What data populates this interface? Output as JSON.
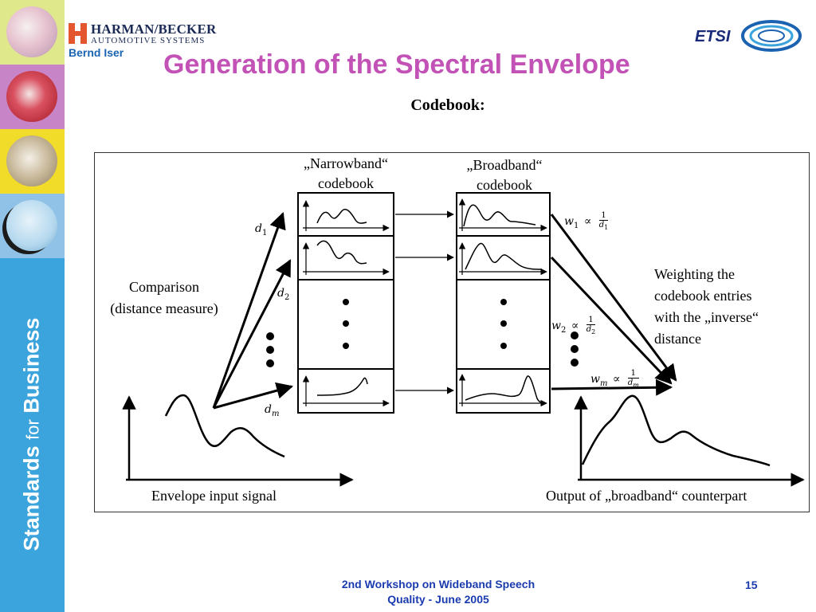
{
  "header": {
    "title": "Generation of the Spectral Envelope",
    "author": "Bernd Iser",
    "company_logo": {
      "name": "HARMAN/BECKER",
      "subtitle": "AUTOMOTIVE SYSTEMS"
    },
    "partner_logo": "ETSI"
  },
  "sidebar": {
    "tagline_bold_1": "Standards",
    "tagline_light": "for",
    "tagline_bold_2": "Business",
    "tile_colors": [
      "#dfe98c",
      "#c785c8",
      "#f2dc2a",
      "#8fc2e6"
    ],
    "band_color": "#3ba4dc"
  },
  "slide": {
    "subtitle": "Codebook:",
    "labels": {
      "narrowband_line1": "„Narrowband“",
      "narrowband_line2": "codebook",
      "broadband_line1": "„Broadband“",
      "broadband_line2": "codebook",
      "comparison_line1": "Comparison",
      "comparison_line2": "(distance measure)",
      "weighting_line1": "Weighting the",
      "weighting_line2": "codebook entries",
      "weighting_line3": "with the „inverse“",
      "weighting_line4": "distance",
      "input_caption": "Envelope input signal",
      "output_caption": "Output of „broadband“ counterpart"
    },
    "math": {
      "d1": "d",
      "d1_sub": "1",
      "d2": "d",
      "d2_sub": "2",
      "dm": "d",
      "dm_sub": "m",
      "w1": "w",
      "w1_sub": "1",
      "w2": "w",
      "w2_sub": "2",
      "wm": "w",
      "wm_sub": "m",
      "prop": "∝",
      "one": "1"
    }
  },
  "footer": {
    "line1": "2nd Workshop on Wideband Speech",
    "line2": "Quality - June 2005",
    "page_number": "15"
  }
}
